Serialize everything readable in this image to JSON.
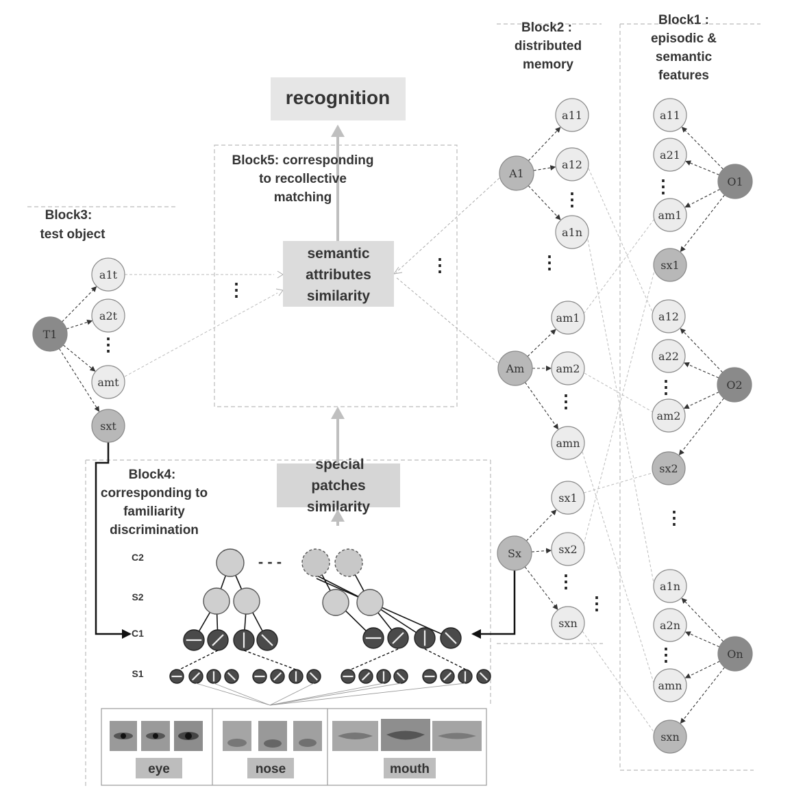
{
  "blocks": {
    "block1": [
      "Block1 :",
      "episodic &",
      "semantic",
      "features"
    ],
    "block2": [
      "Block2 :",
      "distributed",
      "memory"
    ],
    "block3": [
      "Block3:",
      "test object"
    ],
    "block4": [
      "Block4:",
      "corresponding to",
      "familiarity",
      "discrimination"
    ],
    "block5": [
      "Block5:  corresponding",
      "to recollective",
      "matching"
    ]
  },
  "boxes": {
    "recognition": "recognition",
    "semantic": [
      "semantic",
      "attributes",
      "similarity"
    ],
    "patches": [
      "special",
      "patches",
      "similarity"
    ]
  },
  "levels": [
    "C2",
    "S2",
    "C1",
    "S1"
  ],
  "test_nodes": {
    "root": "T1",
    "items": [
      "a1t",
      "a2t",
      "amt",
      "sxt"
    ]
  },
  "memory_nodes": {
    "A1": {
      "label": "A1",
      "items": [
        "a11",
        "a12",
        "a1n"
      ]
    },
    "Am": {
      "label": "Am",
      "items": [
        "am1",
        "am2",
        "amn"
      ]
    },
    "Sx": {
      "label": "Sx",
      "items": [
        "sx1",
        "sx2",
        "sxn"
      ]
    }
  },
  "feature_nodes": {
    "O1": {
      "label": "O1",
      "items": [
        "a11",
        "a21",
        "am1",
        "sx1"
      ]
    },
    "O2": {
      "label": "O2",
      "items": [
        "a12",
        "a22",
        "am2",
        "sx2"
      ]
    },
    "On": {
      "label": "On",
      "items": [
        "a1n",
        "a2n",
        "amn",
        "sxn"
      ]
    }
  },
  "patches": [
    "eye",
    "nose",
    "mouth"
  ]
}
